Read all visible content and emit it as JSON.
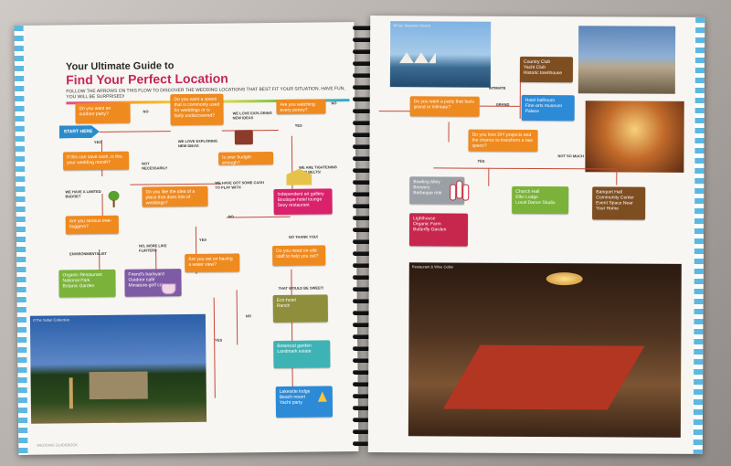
{
  "guide": {
    "heading_line1": "Your Ultimate Guide to",
    "heading_line2": "Find Your Perfect Location",
    "intro": "FOLLOW THE ARROWS ON THIS FLOW TO DISCOVER THE WEDDING LOCATIONS THAT BEST FIT YOUR SITUATION. HAVE FUN, YOU WILL BE SURPRISED!",
    "start": "START HERE",
    "folio": "WEDDING GUIDEBOOK"
  },
  "left_flow": {
    "q_outdoor": "Do you want an outdoor party?",
    "q_space": "Do you want a space that is commonly used for weddings or is fairly undiscovered?",
    "q_watching": "Are you watching every penny?",
    "q_save_cash": "If this can save cash, is this your wedding month?",
    "q_budget": "Is your budget enough?",
    "q_idea": "Do you like the idea of a place that does lots of weddings?",
    "q_tree_hugger": "Are you serious tree-huggers?",
    "q_water": "Are you set on having a water view?",
    "q_staff": "Do you need on-site staff to help you out?",
    "r_gallery": "Independent art gallery\nBoutique-hotel lounge\nSexy restaurant",
    "r_organic": "Organic Restaurant\nNational Park\nBotanic Garden",
    "r_backyard": "Friend's backyard\nOutdoor café\nMiniature-golf course",
    "r_eco": "Eco-hotel\nRanch",
    "r_botanical": "Botanical garden\nLandmark estate",
    "r_lakeside": "Lakeside lodge\nBeach resort\nYacht party",
    "labels": {
      "no1": "NO",
      "no2": "NO",
      "yes1": "YES",
      "yes2": "YES",
      "yes3": "YES",
      "yes4": "YES",
      "no3": "NO",
      "no4": "NO",
      "we_love_exploring": "WE LOVE EXPLORING NEW IDEAS",
      "we_love_exploring2": "WE LOVE EXPLORING NEW IDEAS",
      "not_necessarily": "NOT NECESSARILY",
      "we_have_limited": "WE HAVE A LIMITED BUDGET",
      "tightening": "WE ARE TIGHTENING OUR BELTS!",
      "some_cash": "WE HAVE GOT SOME CASH TO PLAY WITH",
      "environmentalist": "ENVIRONMENTALIST",
      "more_flirters": "NO, MORE LIKE FLIRTERS",
      "no_thank_you": "NO THANK YOU!",
      "sweet": "THAT WOULD BE SWEET!"
    },
    "photo_caption": "©The Safari Collection"
  },
  "right_flow": {
    "q_party": "Do you want a party that feels grand or intimate?",
    "q_diy": "Do you love DIY projects and the chance to transform a raw space?",
    "r_country": "Country Club\nYacht Club\nHistoric townhouse",
    "r_hotel": "Hotel ballroom\nFine-arts museum\nPalace",
    "r_bowling": "Bowling Alley\nBrewery\nBarbeque rink",
    "r_church": "Church Hall\nElks Lodge\nLocal Dance Studio",
    "r_banquet": "Banquet Hall\nCommunity Center\nEvent Space Near Your Home",
    "r_lighthouse": "Lighthouse\nOrganic Farm\nButterfly Garden",
    "labels": {
      "intimate": "INTIMATE",
      "grand": "GRAND",
      "yes": "YES",
      "not_so_much": "NOT SO MUCH"
    },
    "photo_top_caption": "©Four Seasons Resort",
    "photo_bottom_caption": "Restaurant & Wine Cellar"
  }
}
